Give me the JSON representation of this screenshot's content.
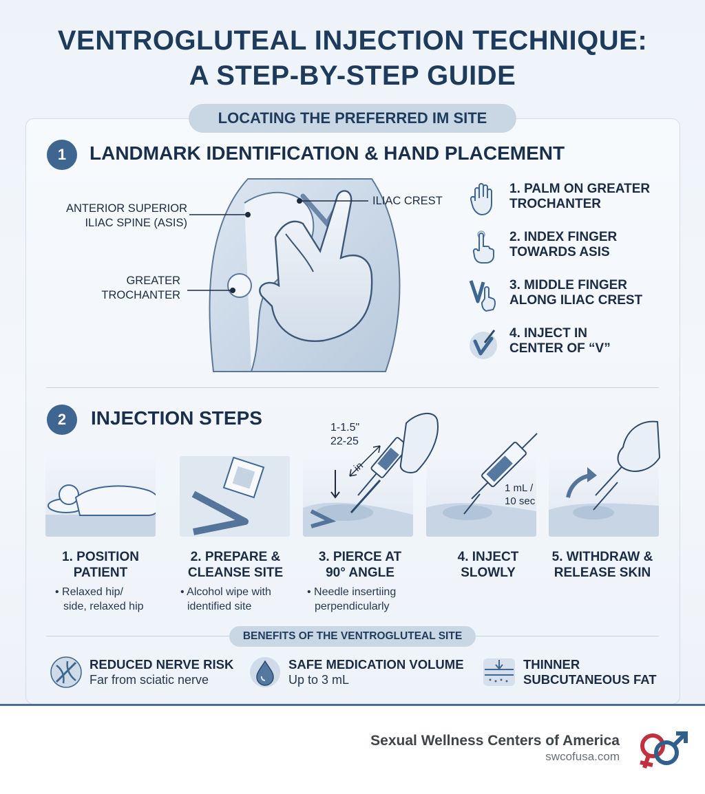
{
  "title_line1": "VENTROGLUTEAL INJECTION TECHNIQUE:",
  "title_line2": "A STEP-BY-STEP GUIDE",
  "locating_pill": "LOCATING THE PREFERRED IM SITE",
  "section1": {
    "number": "1",
    "title": "LANDMARK IDENTIFICATION & HAND PLACEMENT",
    "labels": {
      "asis_line1": "ANTERIOR SUPERIOR",
      "asis_line2": "ILIAC SPINE (ASIS)",
      "iliac_crest": "ILIAC CREST",
      "trochanter_line1": "GREATER",
      "trochanter_line2": "TROCHANTER"
    },
    "steps": [
      {
        "line1": "1. PALM ON GREATER",
        "line2": "TROCHANTER",
        "icon": "open-hand-icon"
      },
      {
        "line1": "2. INDEX FINGER",
        "line2": "TOWARDS ASIS",
        "icon": "pointing-finger-icon"
      },
      {
        "line1": "3. MIDDLE FINGER",
        "line2": "ALONG ILIAC CREST",
        "icon": "v-fingers-icon"
      },
      {
        "line1": "4. INJECT IN",
        "line2": "CENTER OF “V”",
        "icon": "v-syringe-icon"
      }
    ]
  },
  "section2": {
    "number": "2",
    "title": "INJECTION STEPS",
    "needle_label_line1": "1-1.5\"",
    "needle_label_line2": "22-25",
    "needle_label_in": "in",
    "rate_line1": "1 mL /",
    "rate_line2": "10 sec",
    "steps": [
      {
        "line1": "1. POSITION",
        "line2": "PATIENT",
        "note1": "• Relaxed hip/",
        "note2": "side, relaxed hip"
      },
      {
        "line1": "2. PREPARE &",
        "line2": "CLEANSE SITE",
        "note1": "• Alcohol wipe with",
        "note2": "identified site"
      },
      {
        "line1": "3. PIERCE AT",
        "line2": "90° ANGLE",
        "note1": "• Needle insertiing",
        "note2": "perpendicularly"
      },
      {
        "line1": "4. INJECT",
        "line2": "SLOWLY",
        "note1": "",
        "note2": ""
      },
      {
        "line1": "5. WITHDRAW &",
        "line2": "RELEASE SKIN",
        "note1": "",
        "note2": ""
      }
    ]
  },
  "benefits_pill": "BENEFITS OF THE VENTROGLUTEAL SITE",
  "benefits": [
    {
      "title": "REDUCED NERVE RISK",
      "sub": "Far from sciatic nerve",
      "icon": "nerve-cross-icon"
    },
    {
      "title": "SAFE MEDICATION VOLUME",
      "sub": "Up to 3 mL",
      "icon": "droplet-icon"
    },
    {
      "title": "THINNER",
      "sub": "SUBCUTANEOUS FAT",
      "icon": "skin-layer-icon"
    }
  ],
  "footer": {
    "name": "Sexual Wellness Centers of America",
    "url": "swcofusa.com"
  },
  "colors": {
    "accent": "#3e6690",
    "title": "#1f3b5c",
    "logo_red": "#c0303f",
    "logo_blue": "#2f5f8a"
  }
}
